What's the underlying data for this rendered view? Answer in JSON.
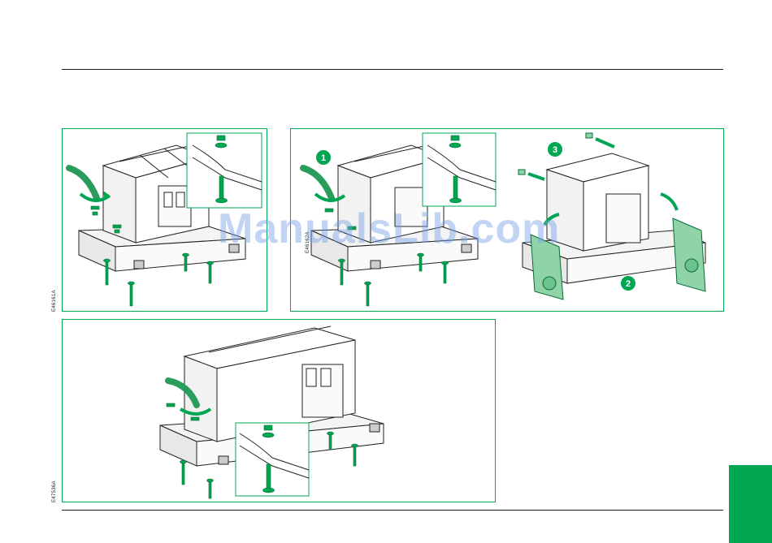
{
  "figures": [
    {
      "ref": "E46161A"
    },
    {
      "ref": "E46162A",
      "steps": [
        "1",
        "2",
        "3"
      ]
    },
    {
      "ref": "E47536A"
    }
  ],
  "watermark": "ManualsLib.com",
  "colors": {
    "accent": "#00a651",
    "line": "#1a1a1a",
    "watermark": "#7aa0e6"
  }
}
